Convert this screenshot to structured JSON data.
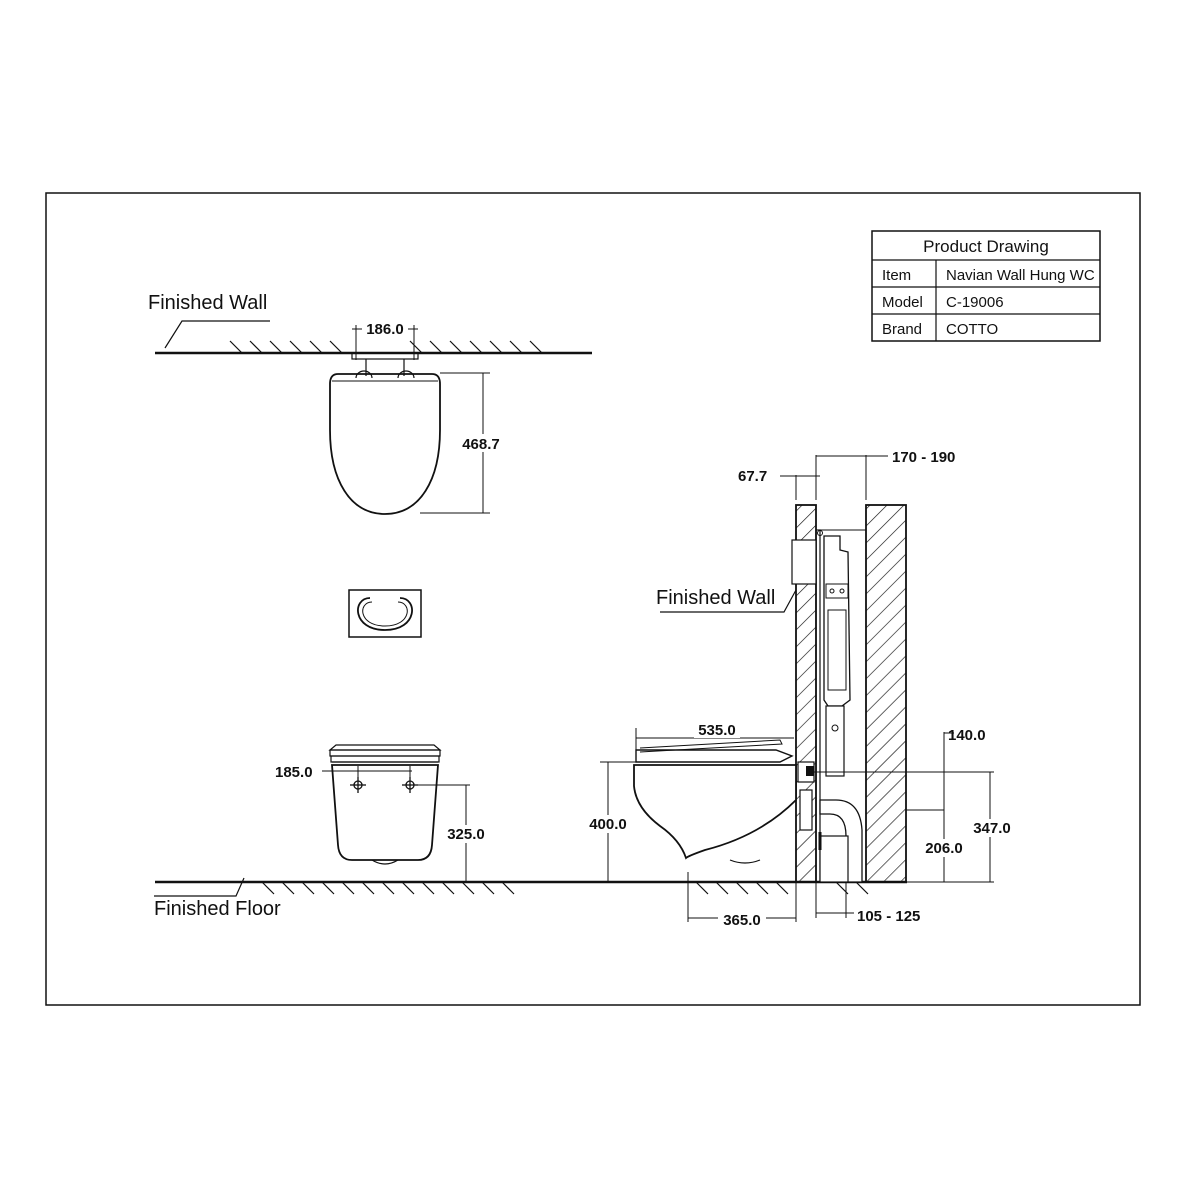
{
  "title_block": {
    "heading": "Product Drawing",
    "rows": [
      {
        "key": "Item",
        "value": "Navian Wall Hung WC"
      },
      {
        "key": "Model",
        "value": "C-19006"
      },
      {
        "key": "Brand",
        "value": "COTTO"
      }
    ]
  },
  "labels": {
    "finished_wall_top": "Finished Wall",
    "finished_wall_side": "Finished Wall",
    "finished_floor": "Finished Floor"
  },
  "dimensions": {
    "top_width": "186.0",
    "top_depth": "468.7",
    "front_bolt_spacing": "185.0",
    "front_bolt_height": "325.0",
    "side_seat_height": "400.0",
    "side_projection": "535.0",
    "side_floor_projection": "365.0",
    "frame_offset": "67.7",
    "wall_gap": "170 - 190",
    "inlet_offset": "140.0",
    "inlet_height": "347.0",
    "outlet_height": "206.0",
    "floor_gap": "105 - 125"
  }
}
